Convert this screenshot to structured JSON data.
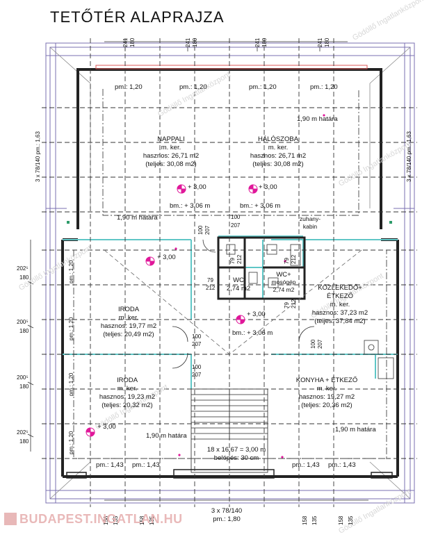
{
  "title": "TETŐTÉR ALAPRAJZA",
  "top_dims": [
    "241",
    "180",
    "241",
    "180",
    "241",
    "180",
    "241",
    "180"
  ],
  "bottom_dims": [
    "158",
    "135",
    "158",
    "135",
    "158",
    "135",
    "158",
    "135"
  ],
  "side_dims_left": [
    "202⁵",
    "180",
    "200⁵",
    "180",
    "200⁵",
    "180",
    "202⁵",
    "180"
  ],
  "side_labels": {
    "left": "3 x 78/140\npm.: 1,63",
    "right": "3 x 78/140\npm.: 1,63"
  },
  "bottom_label": {
    "l1": "3 x 78/140",
    "l2": "pm.: 1,80"
  },
  "rooms": {
    "nappali": {
      "name": "NAPPALI",
      "l1": "m. ker.",
      "l2": "hasznos: 26,71 m2",
      "l3": "(teljes: 30,08  m2)"
    },
    "haloszoba": {
      "name": "HÁLÓSZOBA",
      "l1": "m. ker.",
      "l2": "hasznos: 26,71 m2",
      "l3": "(teljes: 30,08  m2)"
    },
    "iroda1": {
      "name": "IRODA",
      "l1": "m. ker.",
      "l2": "hasznos: 19,77 m2",
      "l3": "(teljes: 20,49  m2)"
    },
    "iroda2": {
      "name": "IRODA",
      "l1": "m. ker.",
      "l2": "hasznos: 19,23 m2",
      "l3": "(teljes: 20,32  m2)"
    },
    "kozlekedo": {
      "name": "KÖZLEKEDŐ+",
      "name2": "ÉTKEZŐ",
      "l1": "m. ker.",
      "l2": "hasznos: 37,23 m2",
      "l3": "(teljes: 37,84  m2)"
    },
    "konyha": {
      "name": "KONYHA + ÉTKEZŐ",
      "l1": "m. ker.",
      "l2": "hasznos: 19,27 m2",
      "l3": "(teljes: 20,36  m2)"
    },
    "wc": {
      "name": "WC",
      "l1": "2,74 m2"
    },
    "wc2": {
      "name": "WC+",
      "l1": "mosógép",
      "l2": "2,74 m2"
    },
    "zuhany": {
      "l1": "zuhany-",
      "l2": "kabin"
    }
  },
  "labels": {
    "pm120": "pm.: 1,20",
    "pm143": "pm.: 1,43",
    "hatar": "1,90 m határa",
    "plus300": "+ 3,00",
    "bm306": "bm.: + 3,06 m",
    "d100": "100",
    "d207": "207",
    "d79": "79",
    "d212": "212",
    "stairs1": "18 x 16,67 = 3,00 m",
    "stairs2": "belépés: 30 cm"
  },
  "watermark": "Gödöllő Ingatlanközpont",
  "logo": "BUDAPEST.INGATLAN.HU",
  "colors": {
    "wall": "#222222",
    "dashed": "#333333",
    "roof": "#7a6fb0",
    "cyan": "#5fc6c6",
    "marker": "#e0189a",
    "green": "#2e9b6a"
  }
}
